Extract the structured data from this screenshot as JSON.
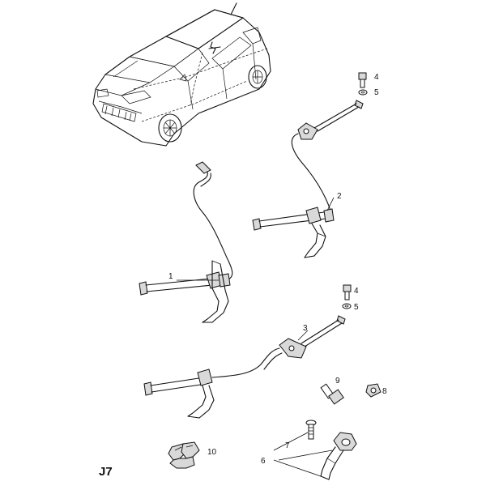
{
  "diagram": {
    "page_code": "J7",
    "callouts": [
      {
        "id": "c1",
        "label": "1"
      },
      {
        "id": "c2",
        "label": "2"
      },
      {
        "id": "c3",
        "label": "3"
      },
      {
        "id": "c4a",
        "label": "4"
      },
      {
        "id": "c4b",
        "label": "4"
      },
      {
        "id": "c5a",
        "label": "5"
      },
      {
        "id": "c5b",
        "label": "5"
      },
      {
        "id": "c6",
        "label": "6"
      },
      {
        "id": "c7",
        "label": "7"
      },
      {
        "id": "c8",
        "label": "8"
      },
      {
        "id": "c9",
        "label": "9"
      },
      {
        "id": "c10",
        "label": "10"
      }
    ]
  }
}
